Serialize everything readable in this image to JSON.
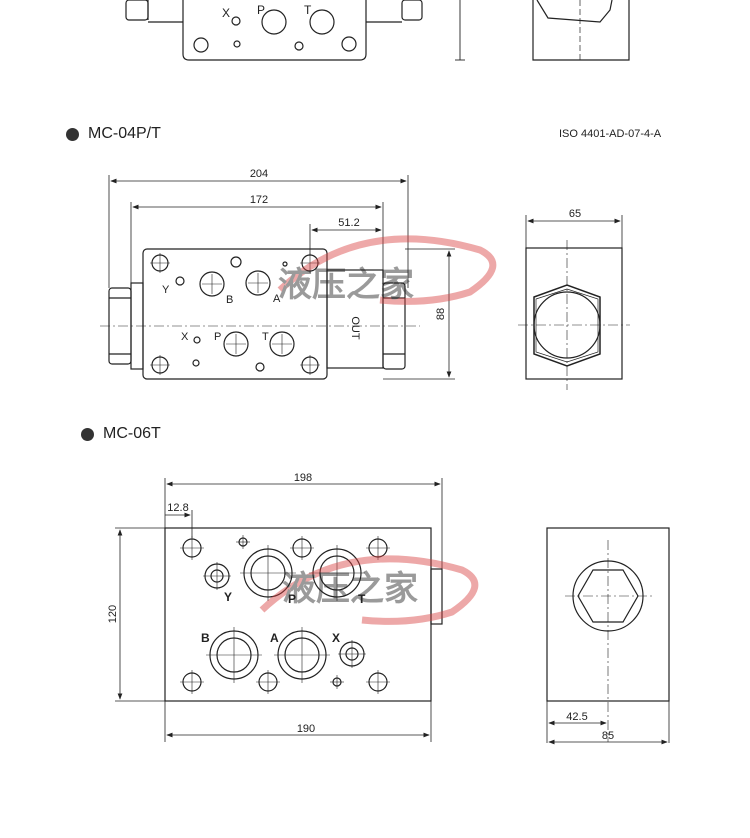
{
  "sections": [
    {
      "label": "MC-04P/T",
      "standard": "ISO 4401-AD-07-4-A",
      "dims": {
        "overall_length": "204",
        "body_length": "172",
        "port_offset": "51.2",
        "height": "88",
        "side_width": "65"
      },
      "ports": {
        "y": "Y",
        "b": "B",
        "a": "A",
        "x": "X",
        "p": "P",
        "t": "T",
        "out": "OUT"
      }
    },
    {
      "label": "MC-06T",
      "dims": {
        "overall_length": "198",
        "edge_offset": "12.8",
        "height": "120",
        "base_length": "190",
        "side_offset": "42.5",
        "side_width": "85"
      },
      "ports": {
        "y": "Y",
        "p": "P",
        "t": "T",
        "b": "B",
        "a": "A",
        "x": "X"
      }
    }
  ],
  "top_partial": {
    "ports": {
      "x": "X",
      "p": "P",
      "t": "T"
    }
  },
  "watermark": {
    "text": "液压之家",
    "color": "#d94040",
    "accent_color": "#4a5fb0"
  }
}
